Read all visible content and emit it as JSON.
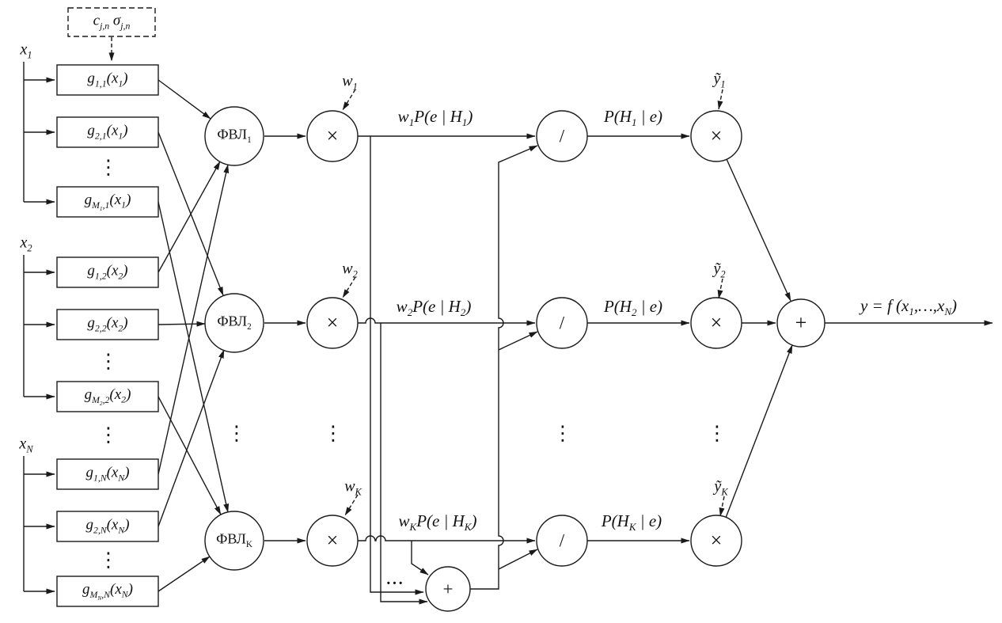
{
  "figure": {
    "param_box_label": "c_{j,n} σ_{j,n}",
    "inputs": [
      "x_{1}",
      "x_{2}",
      "x_{N}"
    ],
    "membership_boxes": [
      "g_{1,1}(x_{1})",
      "g_{2,1}(x_{1})",
      "g_{M_{1},1}(x_{1})",
      "g_{1,2}(x_{2})",
      "g_{2,2}(x_{2})",
      "g_{M_{2},2}(x_{2})",
      "g_{1,N}(x_{N})",
      "g_{2,N}(x_{N})",
      "g_{M_{N},N}(x_{N})"
    ],
    "fvl_nodes": [
      "ФВЛ_{1}",
      "ФВЛ_{2}",
      "ФВЛ_{K}"
    ],
    "weight_labels": [
      "w_{1}",
      "w_{2}",
      "w_{K}"
    ],
    "times_symbol": "×",
    "divide_symbol": "/",
    "plus_symbol": "+",
    "likelihood_labels": [
      "w_{1}P(e | H_{1})",
      "w_{2}P(e | H_{2})",
      "w_{K}P(e | H_{K})"
    ],
    "posterior_labels": [
      "P(H_{1} | e)",
      "P(H_{2} | e)",
      "P(H_{K} | e)"
    ],
    "output_weight_labels": [
      "ỹ_{1}",
      "ỹ_{2}",
      "ỹ_{K}"
    ],
    "output_label": "y = f (x_{1},…,x_{N})",
    "vdots": "⋮",
    "hdots": "···"
  }
}
